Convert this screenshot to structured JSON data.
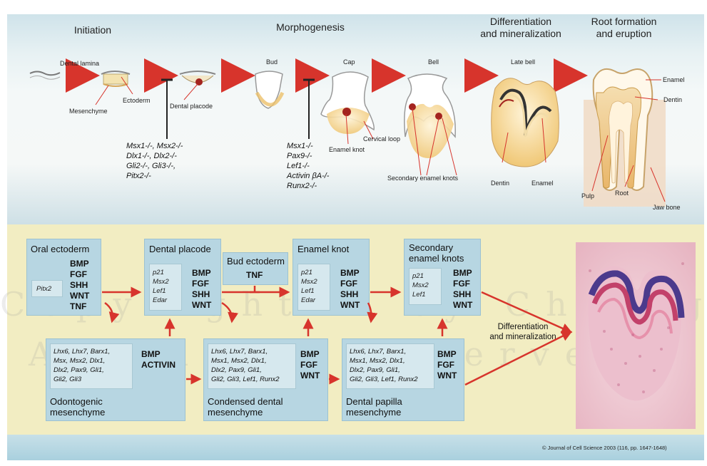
{
  "stages": {
    "initiation": "Initiation",
    "morphogenesis": "Morphogenesis",
    "differentiation_line1": "Differentiation",
    "differentiation_line2": "and mineralization",
    "root_line1": "Root formation",
    "root_line2": "and eruption"
  },
  "top_labels": {
    "dental_lamina": "Dental lamina",
    "ectoderm": "Ectoderm",
    "mesenchyme": "Mesenchyme",
    "dental_placode": "Dental placode",
    "bud": "Bud",
    "cap": "Cap",
    "bell": "Bell",
    "late_bell": "Late bell",
    "enamel_knot": "Enamel knot",
    "cervical_loop": "Cervical loop",
    "secondary_enamel_knots": "Secondary enamel knots",
    "dentin_late_bell": "Dentin",
    "enamel_late_bell": "Enamel",
    "enamel_root": "Enamel",
    "dentin_root": "Dentin",
    "pulp": "Pulp",
    "root": "Root",
    "jaw_bone": "Jaw bone"
  },
  "genotypes_1": {
    "line1": "Msx1-/-, Msx2-/-",
    "line2": "Dlx1-/-, Dlx2-/-",
    "line3": "Gli2-/-, Gli3-/-,",
    "line4": "Pitx2-/-"
  },
  "genotypes_2": {
    "line1": "Msx1-/-",
    "line2": "Pax9-/-",
    "line3": "Lef1-/-",
    "line4": "Activin βA-/-",
    "line5": "Runx2-/-"
  },
  "boxes": {
    "oral_ectoderm": {
      "title": "Oral ectoderm",
      "genes": [
        "Pitx2"
      ],
      "signals": [
        "BMP",
        "FGF",
        "SHH",
        "WNT",
        "TNF"
      ]
    },
    "dental_placode": {
      "title": "Dental placode",
      "genes": [
        "p21",
        "Msx2",
        "Lef1",
        "Edar"
      ],
      "signals": [
        "BMP",
        "FGF",
        "SHH",
        "WNT"
      ]
    },
    "bud_ectoderm": {
      "title": "Bud ectoderm",
      "signals": [
        "TNF"
      ]
    },
    "enamel_knot": {
      "title": "Enamel knot",
      "genes": [
        "p21",
        "Msx2",
        "Lef1",
        "Edar"
      ],
      "signals": [
        "BMP",
        "FGF",
        "SHH",
        "WNT"
      ]
    },
    "secondary_enamel_knots": {
      "title_line1": "Secondary",
      "title_line2": "enamel knots",
      "genes": [
        "p21",
        "Msx2",
        "Lef1"
      ],
      "signals": [
        "BMP",
        "FGF",
        "SHH",
        "WNT"
      ]
    },
    "odontogenic_mesenchyme": {
      "title": "Odontogenic",
      "title_line2": "mesenchyme",
      "genes": [
        "Lhx6, Lhx7, Barx1,",
        "Msx, Msx2, Dlx1,",
        "Dlx2, Pax9, Gli1,",
        "Gli2, Gli3"
      ],
      "signals": [
        "BMP",
        "ACTIVIN"
      ]
    },
    "condensed_dental_mesenchyme": {
      "title": "Condensed dental",
      "title_line2": "mesenchyme",
      "genes": [
        "Lhx6, Lhx7, Barx1,",
        "Msx1, Msx2, Dlx1,",
        "Dlx2, Pax9, Gli1,",
        "Gli2, Gli3, Lef1, Runx2"
      ],
      "signals": [
        "BMP",
        "FGF",
        "WNT"
      ]
    },
    "dental_papilla_mesenchyme": {
      "title": "Dental papilla",
      "title_line2": "mesenchyme",
      "genes": [
        "Lhx6, Lhx7, Barx1,",
        "Msx1, Msx2, Dlx1,",
        "Dlx2, Pax9, Gli1,",
        "Gli2, Gli3, Lef1, Runx2"
      ],
      "signals": [
        "BMP",
        "FGF",
        "WNT"
      ]
    }
  },
  "diff_min": {
    "line1": "Differentiation",
    "line2": "and mineralization"
  },
  "copyright": "© Journal of Cell Science 2003 (116, pp. 1647-1648)",
  "watermark": {
    "line1": "Copyright © by Chiang Mai University",
    "line2": "All rights reserved"
  },
  "colors": {
    "arrow_red": "#d7342c",
    "box_blue": "#b7d6e2",
    "inner_box": "#d6e8ee",
    "yellow_band": "#f2edc2",
    "enamel_knot_red": "#a3241f",
    "tissue_pink": "#c2416a",
    "tissue_purple": "#4b3a8c"
  }
}
